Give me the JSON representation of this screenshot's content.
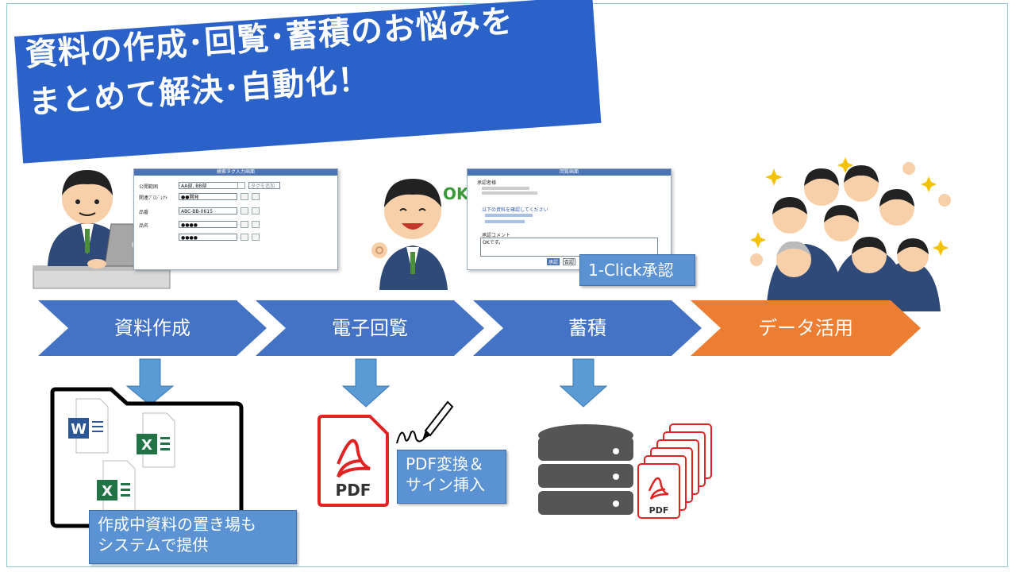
{
  "title": {
    "line1": "資料の作成･回覧･蓄積のお悩みを",
    "line2": "まとめて解決･自動化！"
  },
  "steps": [
    {
      "label": "資料作成",
      "color": "#4472c4"
    },
    {
      "label": "電子回覧",
      "color": "#4472c4"
    },
    {
      "label": "蓄積",
      "color": "#4472c4"
    },
    {
      "label": "データ活用",
      "color": "#ed7d31"
    }
  ],
  "form_screen": {
    "title": "検索タグ入力画面",
    "rows": [
      {
        "label": "公開範囲",
        "value": "AA部, BB部"
      },
      {
        "label": "関連ﾌﾟﾛｼﾞｪｸﾄ",
        "value": "●●開発"
      },
      {
        "label": "品番",
        "value": "ABC-BB-0615"
      },
      {
        "label": "品名",
        "value": "●●●●"
      },
      {
        "label": "",
        "value": "●●●●"
      }
    ],
    "button": "タグを追加"
  },
  "approval_screen": {
    "title": "回覧画面",
    "heading": "承認者様",
    "line1": "以下の資料を確認してください",
    "comment_label": "承認コメント",
    "comment_value": "OKです。",
    "approve_button": "承認",
    "reject_button": "否認"
  },
  "ok_text": "OK!",
  "callouts": {
    "one_click": "1-Click承認",
    "pdf_sign": "PDF変換＆\nサイン挿入",
    "storage": "作成中資料の置き場も\nシステムで提供"
  },
  "icons": {
    "word": "W",
    "excel": "X",
    "pdf": "PDF"
  },
  "colors": {
    "banner": "#2b62c9",
    "step_blue": "#4472c4",
    "step_orange": "#ed7d31",
    "down_arrow": "#5b9bd5",
    "pdf_red": "#e02424"
  }
}
